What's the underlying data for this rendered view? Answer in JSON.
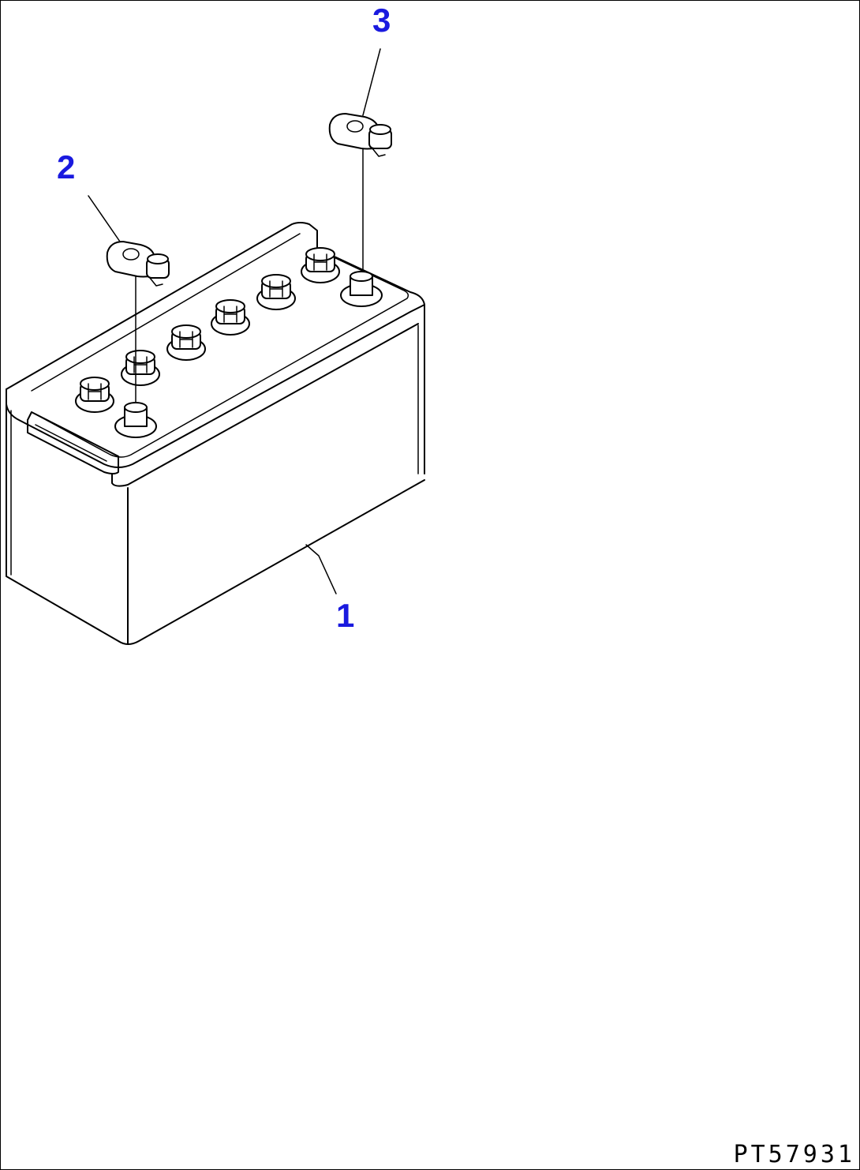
{
  "callouts": [
    {
      "id": "1",
      "label": "1"
    },
    {
      "id": "2",
      "label": "2"
    },
    {
      "id": "3",
      "label": "3"
    }
  ],
  "drawing_id": "PT57931",
  "colors": {
    "callout": "#1a1adf",
    "line": "#000000",
    "background": "#ffffff"
  }
}
